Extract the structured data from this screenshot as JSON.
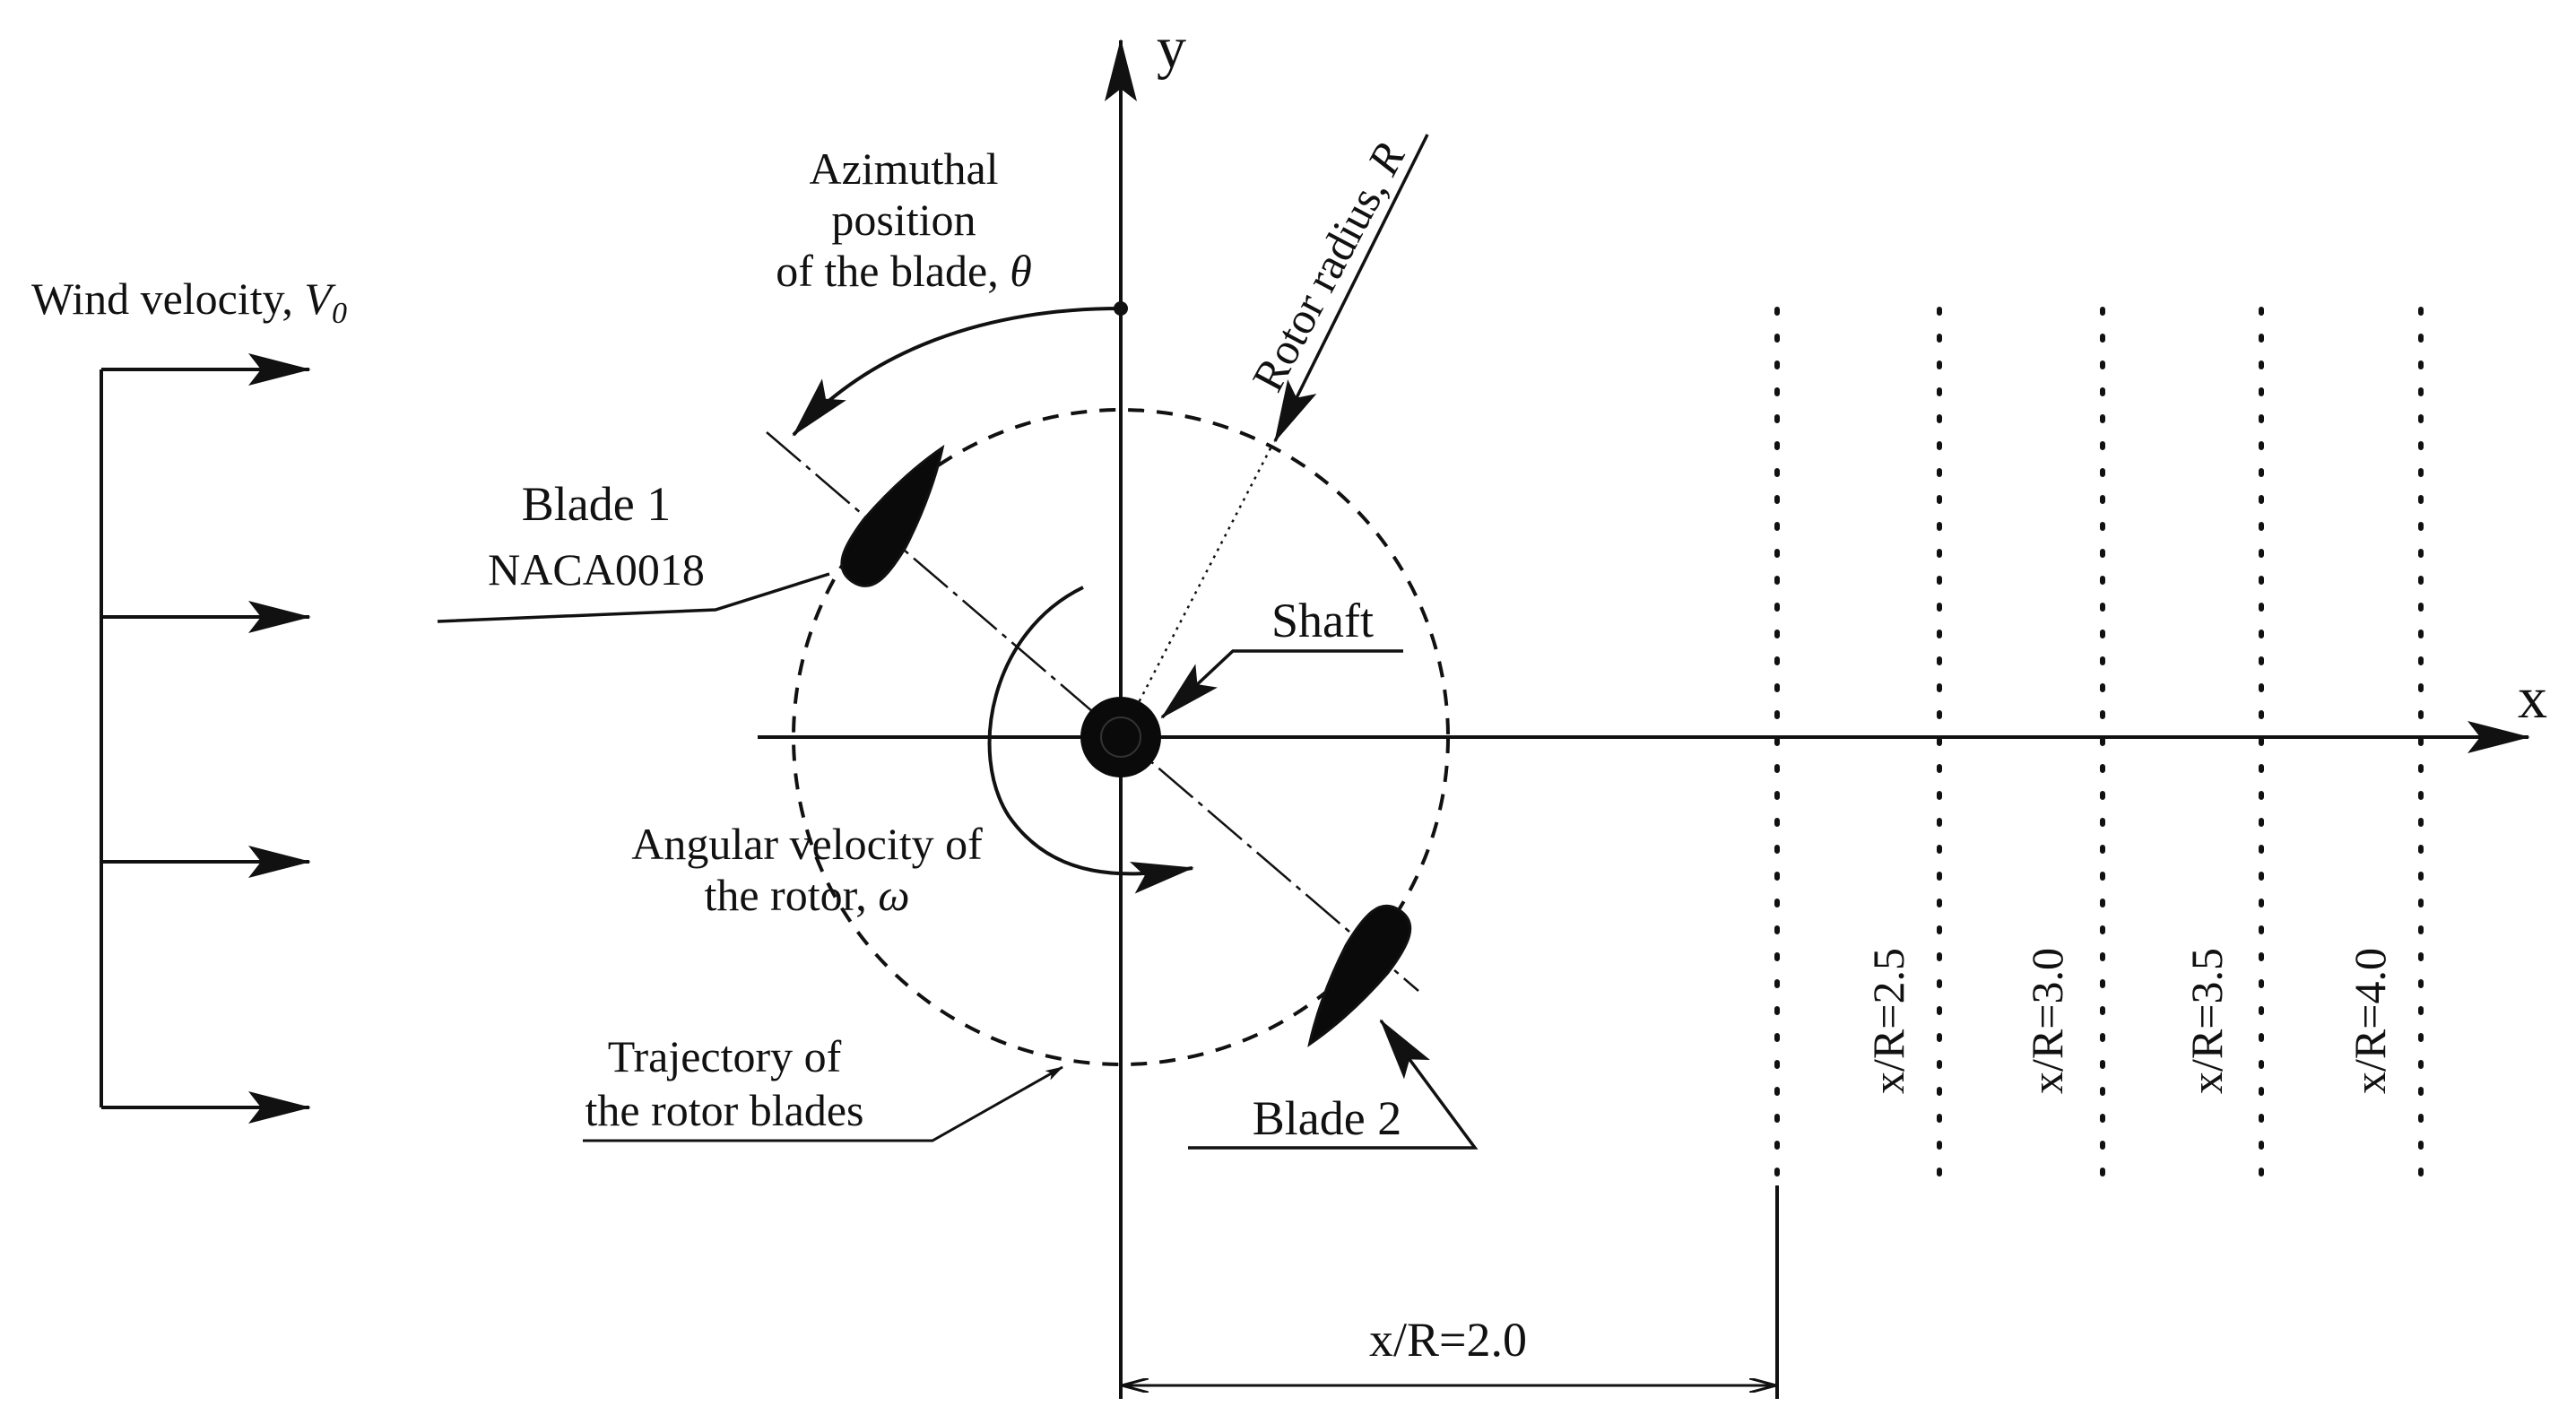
{
  "axes": {
    "x_label": "x",
    "y_label": "y"
  },
  "wind": {
    "label": "Wind velocity, ",
    "symbol": "V",
    "subscript": "0"
  },
  "azimuth": {
    "line1": "Azimuthal",
    "line2": "position",
    "line3": "of the blade, ",
    "symbol": "θ"
  },
  "rotor_radius": {
    "label": "Rotor radius, ",
    "symbol": "R"
  },
  "blade1": {
    "name": "Blade 1",
    "profile": "NACA0018"
  },
  "blade2": {
    "name": "Blade 2"
  },
  "shaft": {
    "label": "Shaft"
  },
  "angular_velocity": {
    "line1": "Angular velocity of",
    "line2": "the rotor, ",
    "symbol": "ω"
  },
  "trajectory": {
    "line1": "Trajectory of",
    "line2": "the rotor blades"
  },
  "stations": [
    {
      "label": "x/R=2.5",
      "x_over_R": 2.5
    },
    {
      "label": "x/R=3.0",
      "x_over_R": 3.0
    },
    {
      "label": "x/R=3.5",
      "x_over_R": 3.5
    },
    {
      "label": "x/R=4.0",
      "x_over_R": 4.0
    }
  ],
  "first_station": {
    "label": "x/R=2.0",
    "x_over_R": 2.0
  }
}
